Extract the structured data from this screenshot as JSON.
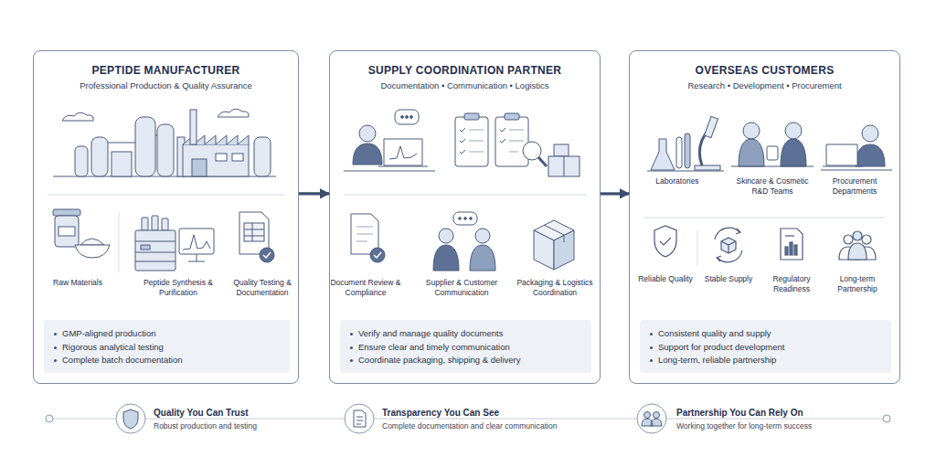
{
  "diagram": {
    "nodes": [
      {
        "text": [
          "PEPTIDE MANUFACTURER",
          "Professional Production & Quality Assurance"
        ]
      },
      {
        "text": [
          "GMP-aligned production",
          "Rigorous analytical testing",
          "Complete batch documentation"
        ],
        "in": 0
      },
      {
        "text": [
          "SUPPLY COORDINATION PARTNER",
          "Documentation • Communication • Logistics"
        ]
      },
      {
        "text": [
          "Verify and manage quality documents",
          "Ensure clear and timely communication",
          "Coordinate packaging, shipping & delivery"
        ],
        "in": 2
      },
      {
        "text": [
          "OVERSEAS CUSTOMERS",
          "Research • Development • Procurement"
        ]
      },
      {
        "text": [
          "Consistent quality and supply",
          "Support for product development",
          "Long-term, reliable partnership"
        ],
        "in": 4
      }
    ],
    "edges": [
      {
        "from": 0,
        "to": 2,
        "arrow": "to"
      },
      {
        "from": 2,
        "to": 4,
        "arrow": "to"
      }
    ],
    "labels": [
      "Raw Materials",
      "Peptide Synthesis & Purification",
      "Quality Testing & Documentation",
      "Document Review & Compliance",
      "Supplier & Customer Communication",
      "Packaging & Logistics Coordination",
      "Laboratories",
      "Skincare & Cosmetic R&D Teams",
      "Procurement Departments",
      "Reliable Quality",
      "Stable Supply",
      "Regulatory Readiness",
      "Long-term Partnership",
      "Quality You Can Trust",
      "Robust production and testing",
      "Transparency You Can See",
      "Complete documentation and clear communication",
      "Partnership You Can Rely On",
      "Working together for long-term success"
    ]
  }
}
